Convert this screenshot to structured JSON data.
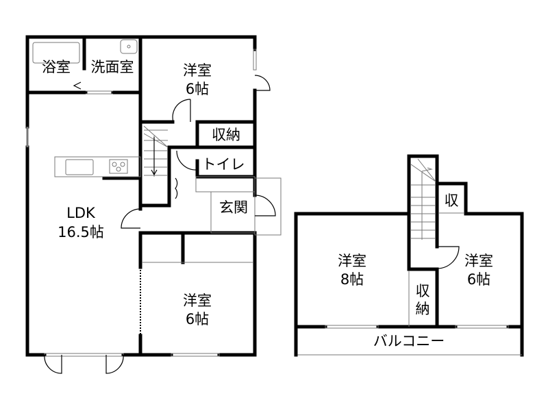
{
  "floor1": {
    "rooms": {
      "bath": "浴室",
      "washroom": "洗面室",
      "western_upper_name": "洋室",
      "western_upper_size": "6帖",
      "storage": "収納",
      "toilet": "トイレ",
      "entrance": "玄関",
      "ldk_name": "LDK",
      "ldk_size": "16.5帖",
      "western_lower_name": "洋室",
      "western_lower_size": "6帖"
    }
  },
  "floor2": {
    "rooms": {
      "western_left_name": "洋室",
      "western_left_size": "8帖",
      "western_right_name": "洋室",
      "western_right_size": "6帖",
      "closet_small": "収",
      "storage_top": "収",
      "storage_bottom": "納",
      "balcony": "バルコニー"
    }
  }
}
